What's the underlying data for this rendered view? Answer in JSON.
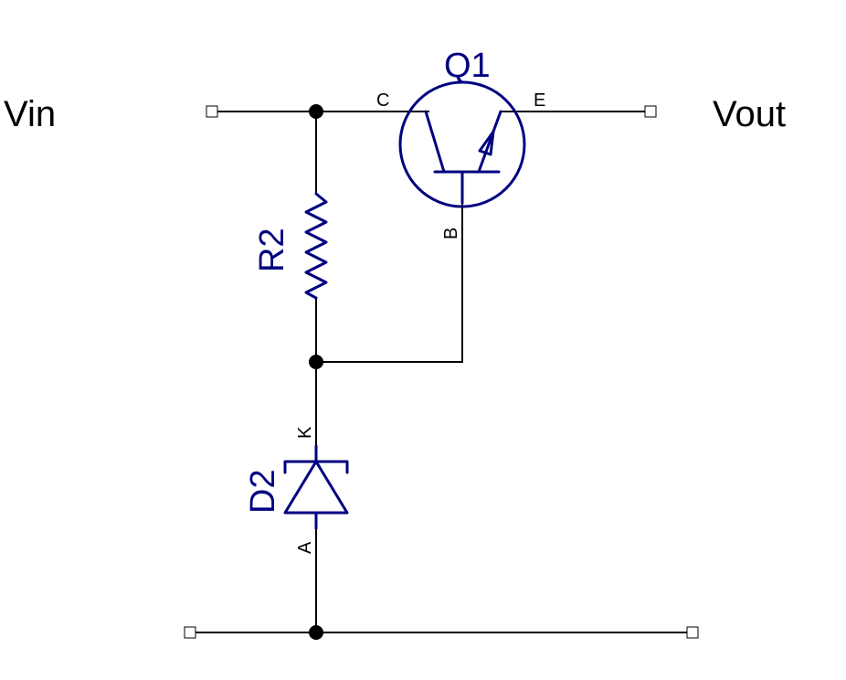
{
  "nets": {
    "vin_label": "Vin",
    "vout_label": "Vout"
  },
  "components": {
    "transistor": {
      "ref": "Q1",
      "pin_c": "C",
      "pin_e": "E",
      "pin_b": "B"
    },
    "resistor": {
      "ref": "R2"
    },
    "zener": {
      "ref": "D2",
      "pin_k": "K",
      "pin_a": "A"
    }
  },
  "colors": {
    "wire": "#000000",
    "component": "#000080"
  }
}
